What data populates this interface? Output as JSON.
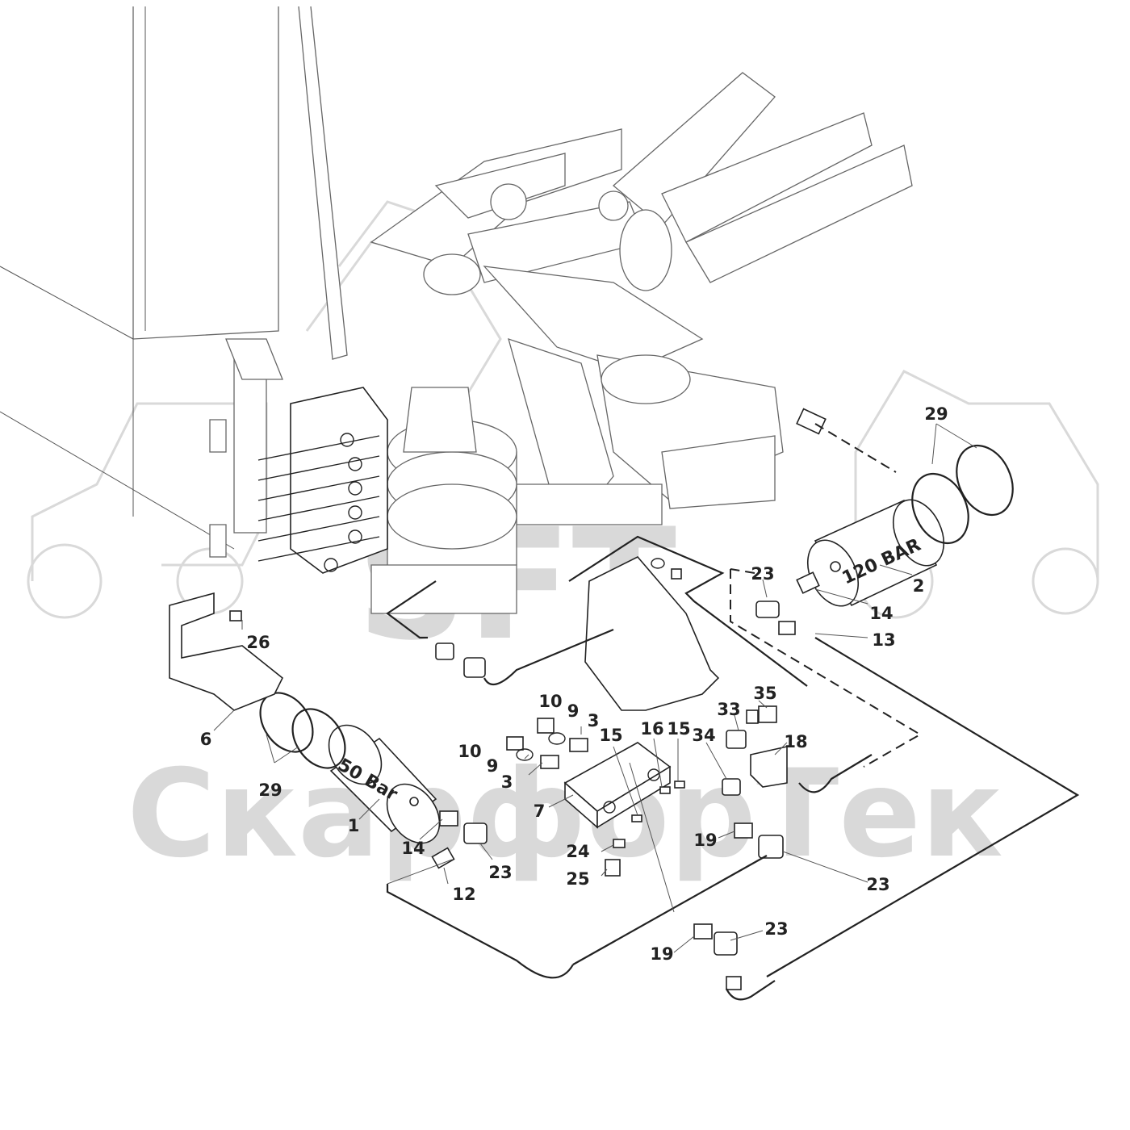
{
  "watermark": {
    "logo_text": "SFT",
    "company": "СкарфорТек",
    "logo_color": "#d9d9d9"
  },
  "tags": {
    "filter_high": "120 BAR",
    "filter_low": "50 Bar"
  },
  "labels": [
    {
      "id": "1",
      "text": "1"
    },
    {
      "id": "2",
      "text": "2"
    },
    {
      "id": "3a",
      "text": "3"
    },
    {
      "id": "3b",
      "text": "3"
    },
    {
      "id": "6",
      "text": "6"
    },
    {
      "id": "7",
      "text": "7"
    },
    {
      "id": "9a",
      "text": "9"
    },
    {
      "id": "9b",
      "text": "9"
    },
    {
      "id": "10a",
      "text": "10"
    },
    {
      "id": "10b",
      "text": "10"
    },
    {
      "id": "12",
      "text": "12"
    },
    {
      "id": "13",
      "text": "13"
    },
    {
      "id": "14a",
      "text": "14"
    },
    {
      "id": "14b",
      "text": "14"
    },
    {
      "id": "15a",
      "text": "15"
    },
    {
      "id": "15b",
      "text": "15"
    },
    {
      "id": "16",
      "text": "16"
    },
    {
      "id": "18",
      "text": "18"
    },
    {
      "id": "19a",
      "text": "19"
    },
    {
      "id": "19b",
      "text": "19"
    },
    {
      "id": "23a",
      "text": "23"
    },
    {
      "id": "23b",
      "text": "23"
    },
    {
      "id": "23c",
      "text": "23"
    },
    {
      "id": "23d",
      "text": "23"
    },
    {
      "id": "24",
      "text": "24"
    },
    {
      "id": "25",
      "text": "25"
    },
    {
      "id": "26",
      "text": "26"
    },
    {
      "id": "29a",
      "text": "29"
    },
    {
      "id": "29b",
      "text": "29"
    },
    {
      "id": "33",
      "text": "33"
    },
    {
      "id": "34",
      "text": "34"
    },
    {
      "id": "35",
      "text": "35"
    }
  ]
}
